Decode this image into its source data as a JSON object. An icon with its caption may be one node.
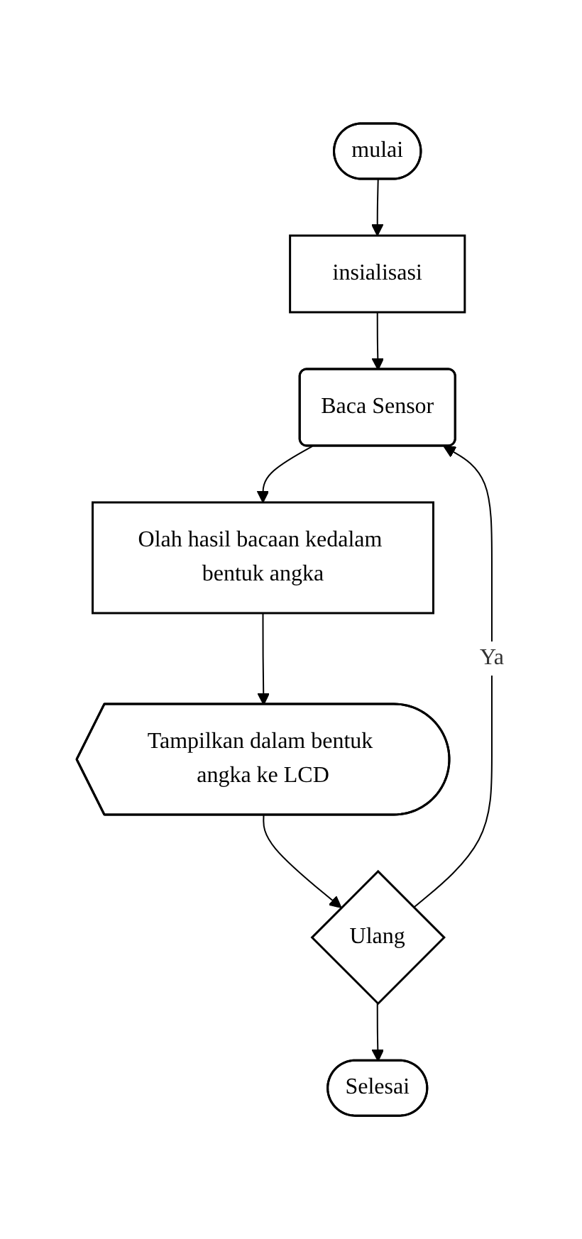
{
  "diagram": {
    "nodes": [
      {
        "text": [
          "mulai"
        ]
      },
      {
        "text": [
          "insialisasi"
        ]
      },
      {
        "text": [
          "Baca Sensor"
        ]
      },
      {
        "text": [
          "Olah hasil bacaan kedalam bentuk angka"
        ]
      },
      {
        "text": [
          "Tampilkan dalam bentuk angka ke LCD"
        ]
      },
      {
        "text": [
          "Ulang"
        ]
      },
      {
        "text": [
          "Selesai"
        ]
      }
    ],
    "edges": [
      {
        "from": 0,
        "to": 1,
        "arrow": "to"
      },
      {
        "from": 1,
        "to": 2,
        "arrow": "to"
      },
      {
        "from": 2,
        "to": 3,
        "arrow": "to"
      },
      {
        "from": 3,
        "to": 4,
        "arrow": "to"
      },
      {
        "from": 4,
        "to": 5,
        "arrow": "to"
      },
      {
        "from": 5,
        "to": 2,
        "arrow": "to",
        "label": "Ya"
      },
      {
        "from": 5,
        "to": 6,
        "arrow": "to"
      }
    ]
  }
}
